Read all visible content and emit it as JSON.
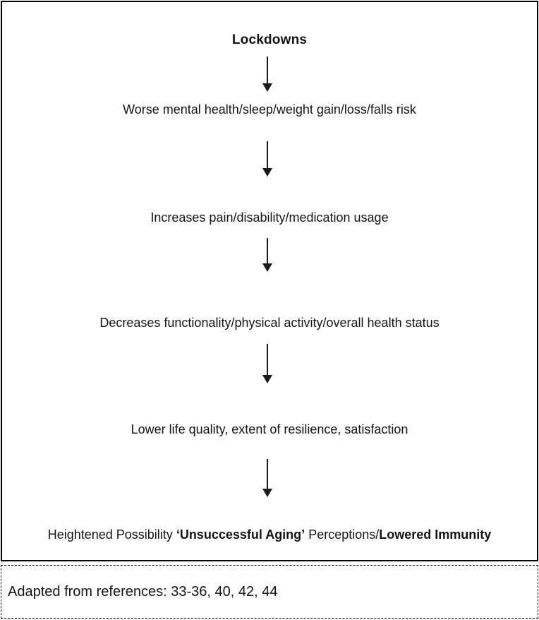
{
  "diagram": {
    "title": "Lockdowns",
    "steps": [
      "Worse mental health/sleep/weight gain/loss/falls risk",
      "Increases pain/disability/medication usage",
      "Decreases functionality/physical activity/overall health status",
      "Lower life quality, extent of resilience, satisfaction"
    ],
    "final": {
      "part1": "Heightened Possibility ",
      "part2_bold": "‘Unsuccessful Aging’",
      "part3": " Perceptions/",
      "part4_bold": "Lowered Immunity"
    },
    "colors": {
      "text": "#141414",
      "border": "#000000",
      "arrow": "#1a1a1a",
      "background": "#ffffff"
    }
  },
  "footer": {
    "caption": "Adapted from references: 33-36, 40, 42, 44"
  }
}
